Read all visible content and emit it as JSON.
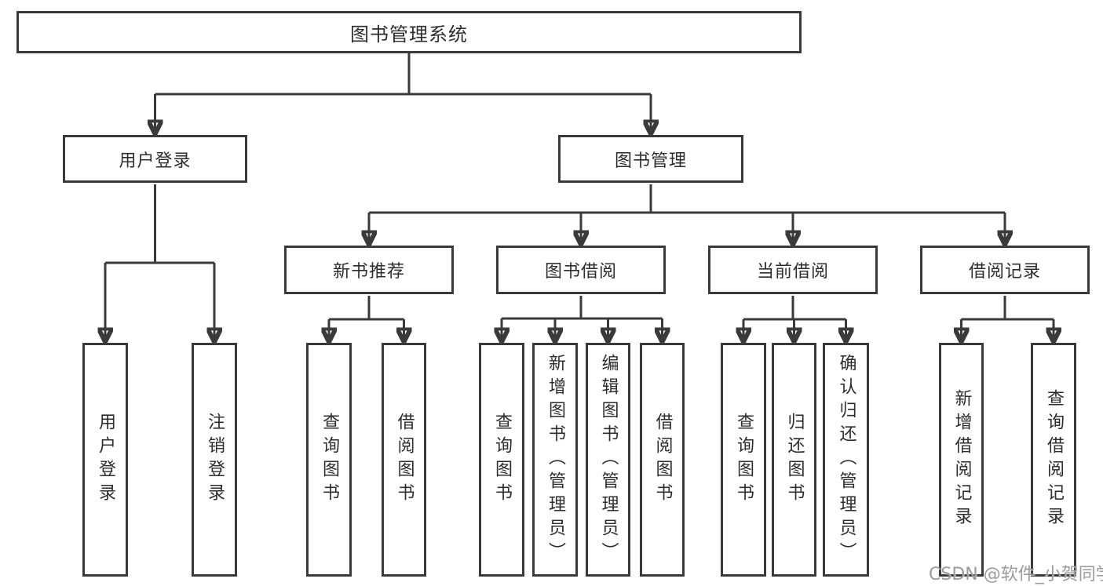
{
  "colors": {
    "line": "#3a3a3a",
    "text": "#2d2d2d",
    "watermark": "#9b9b9b",
    "background": "#ffffff"
  },
  "watermark": "CSDN @软件_小贺同学",
  "tree": {
    "root": "图书管理系统",
    "user_login": {
      "label": "用户登录",
      "children": [
        "用户登录",
        "注销登录"
      ]
    },
    "book_management": {
      "label": "图书管理",
      "children": {
        "new_book_recommend": {
          "label": "新书推荐",
          "children": [
            "查询图书",
            "借阅图书"
          ]
        },
        "book_borrow": {
          "label": "图书借阅",
          "children": [
            "查询图书",
            "新增图书（管理员）",
            "编辑图书（管理员）",
            "借阅图书"
          ]
        },
        "current_borrow": {
          "label": "当前借阅",
          "children": [
            "查询图书",
            "归还图书",
            "确认归还（管理员）"
          ]
        },
        "borrow_record": {
          "label": "借阅记录",
          "children": [
            "新增借阅记录",
            "查询借阅记录"
          ]
        }
      }
    }
  }
}
